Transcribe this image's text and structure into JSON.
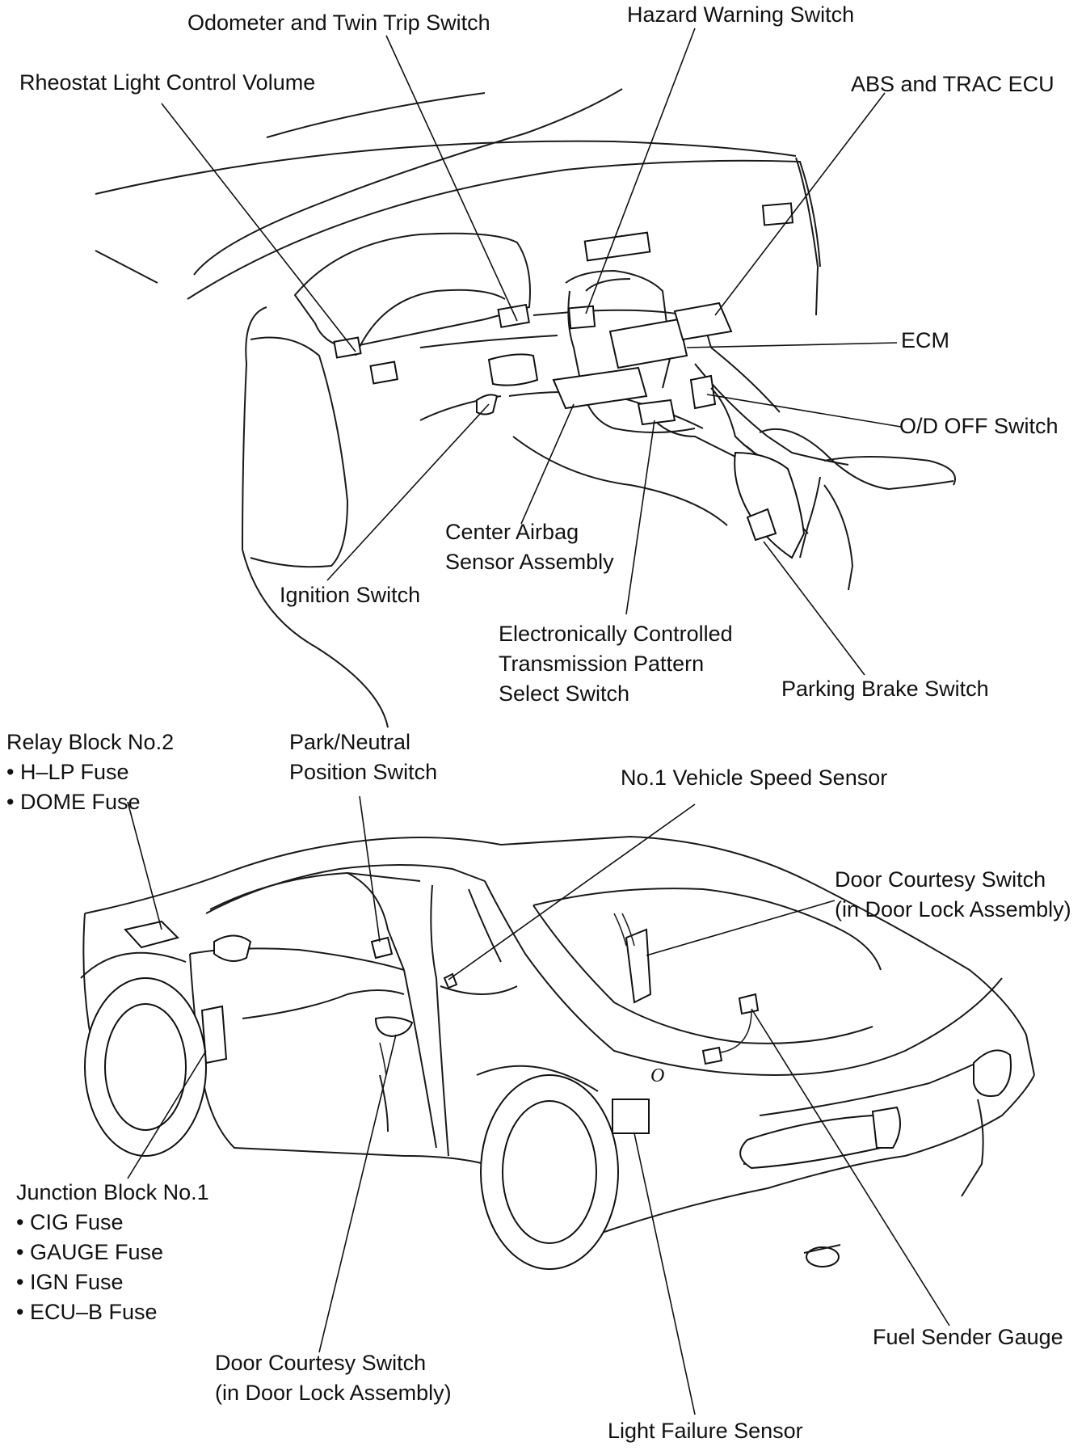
{
  "labels": {
    "odometer": "Odometer and Twin Trip Switch",
    "hazard": "Hazard Warning Switch",
    "rheostat": "Rheostat Light Control Volume",
    "abs_trac": "ABS and TRAC ECU",
    "ecm": "ECM",
    "od_off": "O/D OFF Switch",
    "center_airbag": [
      "Center Airbag",
      "Sensor Assembly"
    ],
    "ignition": "Ignition Switch",
    "ect_pattern": [
      "Electronically Controlled",
      "Transmission Pattern",
      "Select Switch"
    ],
    "parking_brake": "Parking Brake Switch",
    "relay_block": [
      "Relay Block No.2",
      "• H–LP Fuse",
      "• DOME Fuse"
    ],
    "park_neutral": [
      "Park/Neutral",
      "Position Switch"
    ],
    "speed_sensor": "No.1 Vehicle Speed Sensor",
    "door_courtesy_right": [
      "Door Courtesy Switch",
      "(in Door Lock Assembly)"
    ],
    "junction_block": [
      "Junction Block No.1",
      "• CIG Fuse",
      "• GAUGE Fuse",
      "• IGN Fuse",
      "• ECU–B Fuse"
    ],
    "fuel_sender": "Fuel Sender Gauge",
    "door_courtesy_left": [
      "Door Courtesy Switch",
      "(in Door Lock Assembly)"
    ],
    "light_failure": "Light Failure Sensor",
    "fuel_door_mark": "O"
  }
}
